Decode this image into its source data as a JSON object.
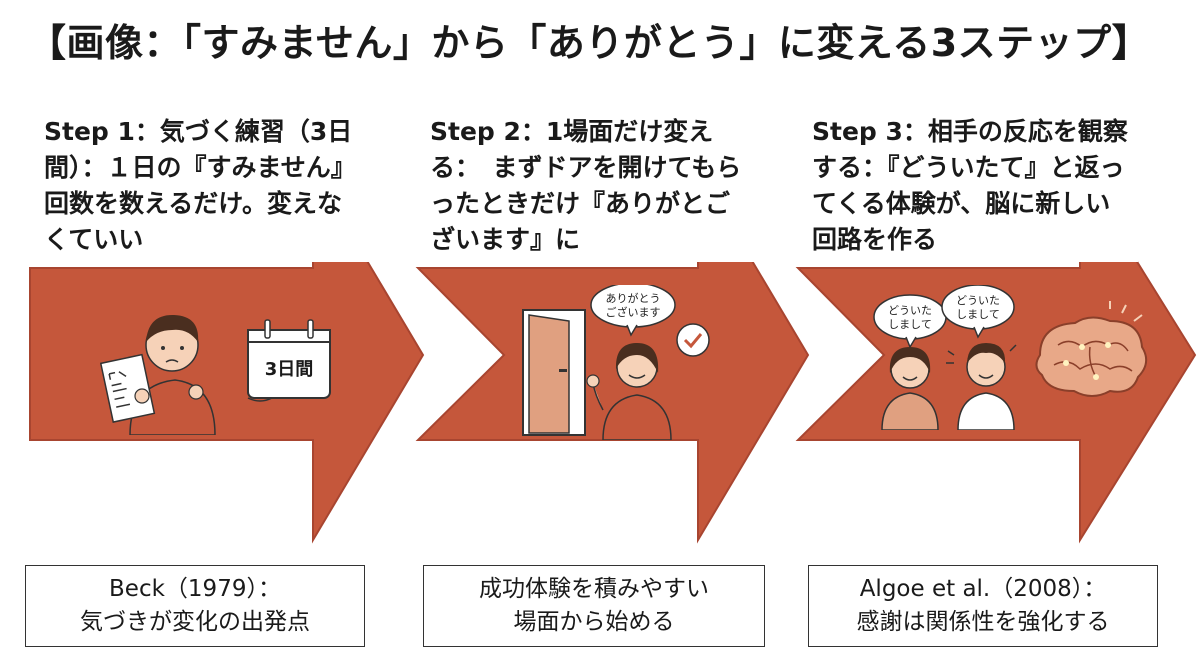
{
  "title": "【画像：「すみません」から「ありがとう」に変える3ステップ】",
  "colors": {
    "arrow": "#c5573b",
    "arrow_stroke": "#a84530",
    "skin": "#f6d2b8",
    "hair": "#4a2e1f",
    "shirt": "#c5573b",
    "door": "#e0a080"
  },
  "steps": [
    {
      "text": "Step 1：気づく練習（3日間）：１日の『すみません』回数を数えるだけ。変えなくていい",
      "calendar_label": "3日間",
      "citation_line1": "Beck（1979）：",
      "citation_line2": "気づきが変化の出発点"
    },
    {
      "text": "Step 2：1場面だけ変える：　まずドアを開けてもらったときだけ『ありがとございます』に",
      "bubble_line1": "ありがとう",
      "bubble_line2": "ございます",
      "citation_line1": "成功体験を積みやすい",
      "citation_line2": "場面から始める"
    },
    {
      "text": "Step 3：相手の反応を観察する：『どういたて』と返ってくる体験が、脳に新しい回路を作る",
      "bubble_a_line1": "どういた",
      "bubble_a_line2": "しまして",
      "bubble_b_line1": "どういた",
      "bubble_b_line2": "しまして",
      "citation_line1": "Algoe et al.（2008）：",
      "citation_line2": "感謝は関係性を強化する"
    }
  ]
}
